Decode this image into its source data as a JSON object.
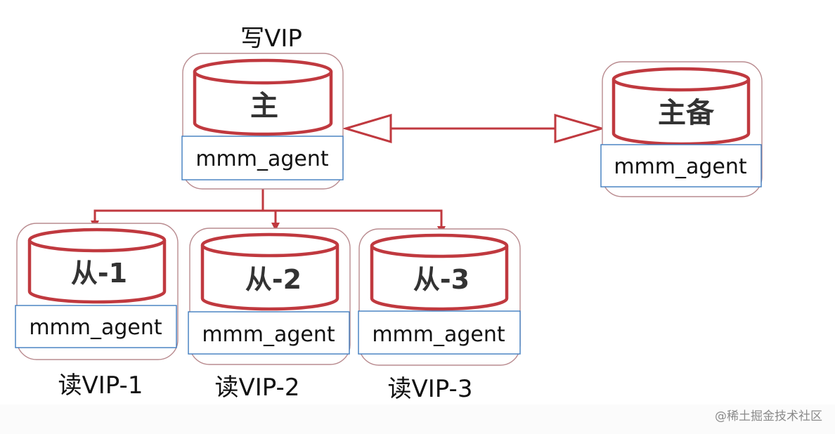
{
  "write_vip": "写VIP",
  "master": {
    "label": "主",
    "agent": "mmm_agent"
  },
  "standby": {
    "label": "主备",
    "agent": "mmm_agent"
  },
  "slaves": [
    {
      "label": "从-1",
      "agent": "mmm_agent",
      "read_vip": "读VIP-1"
    },
    {
      "label": "从-2",
      "agent": "mmm_agent",
      "read_vip": "读VIP-2"
    },
    {
      "label": "从-3",
      "agent": "mmm_agent",
      "read_vip": "读VIP-3"
    }
  ],
  "watermark": "@稀土掘金技术社区",
  "colors": {
    "line": "#c0393f",
    "agent_border": "#3f7cbf",
    "frame": "#b98b8f"
  }
}
